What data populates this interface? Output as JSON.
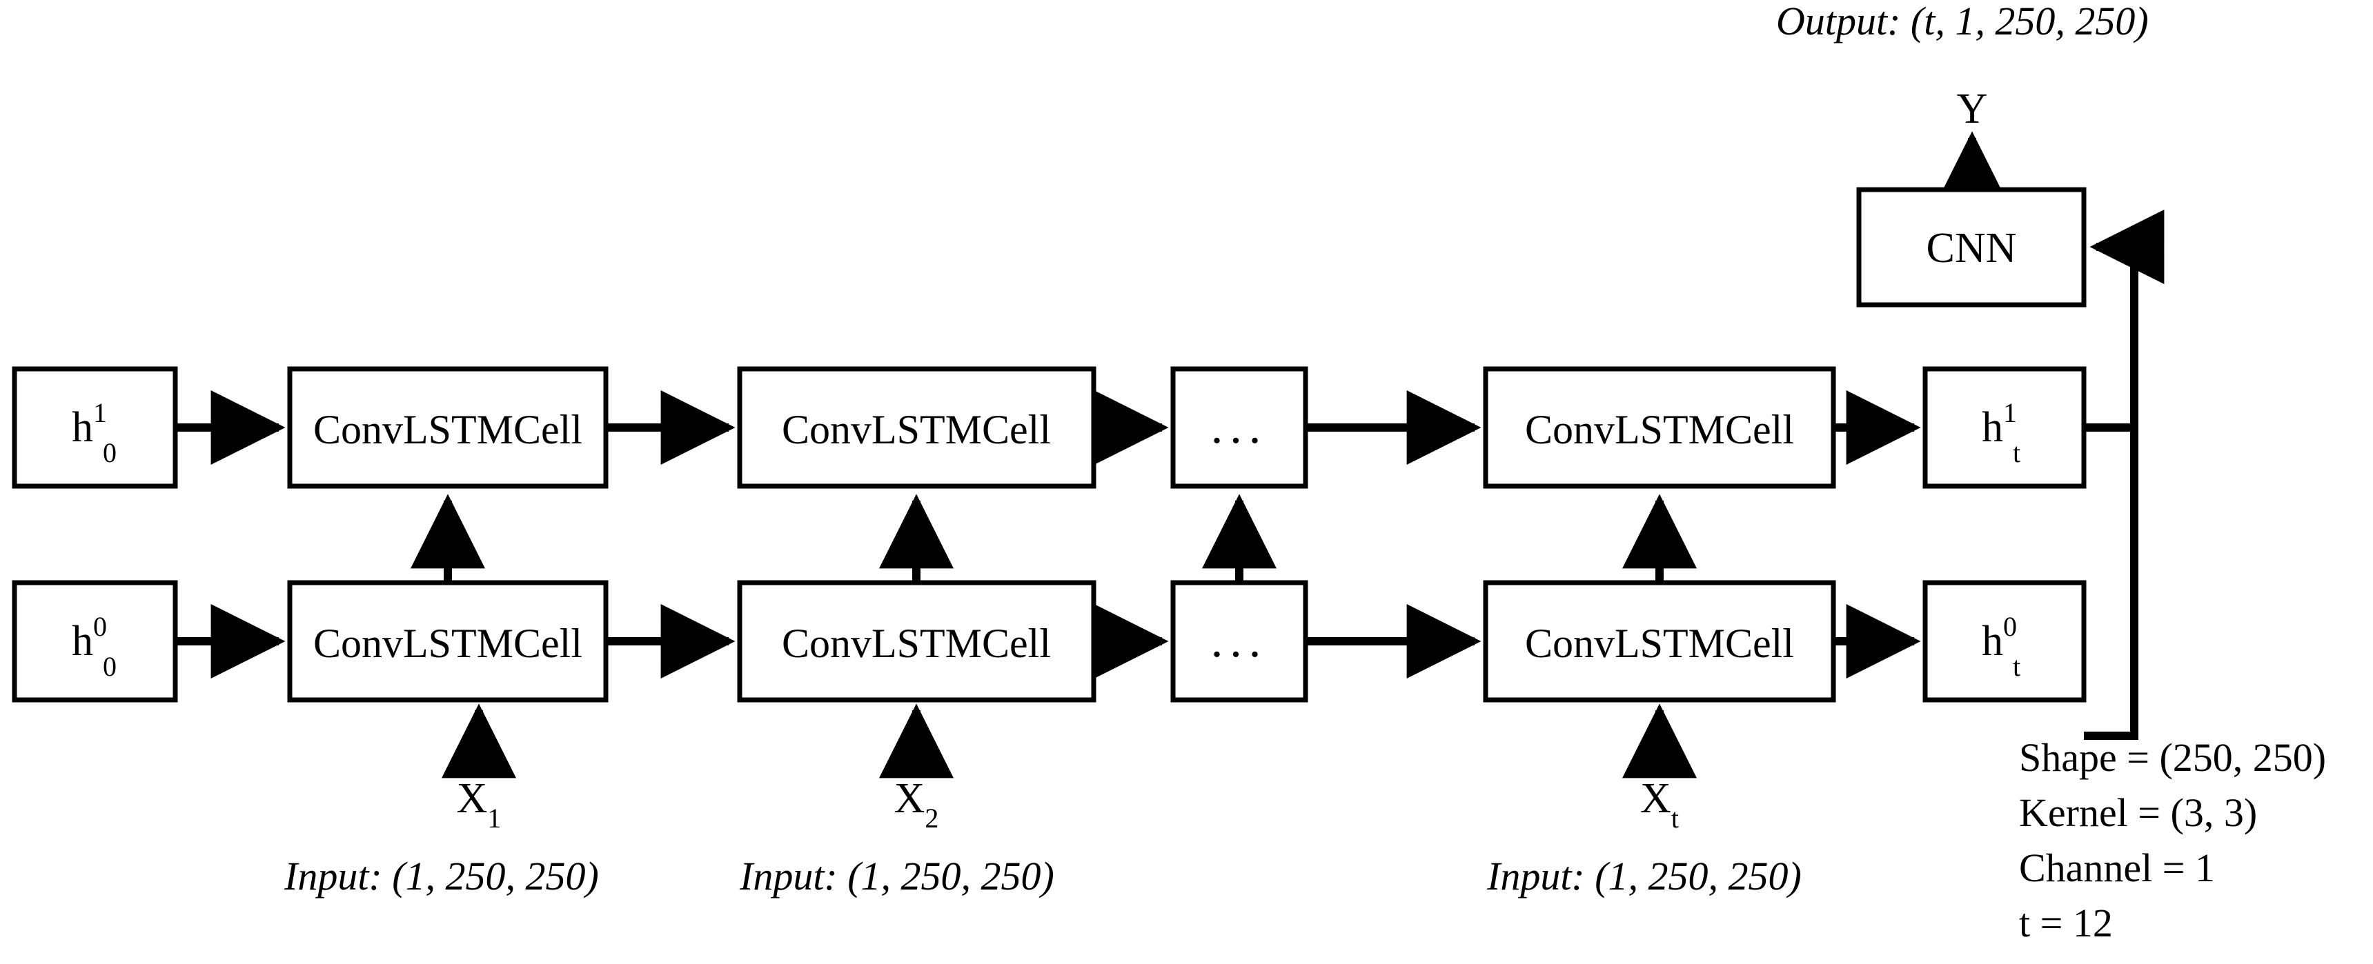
{
  "diagram": {
    "title_note": "ConvLSTM sequence-to-one architecture diagram",
    "output_label": "Output: (t, 1, 250, 250)",
    "output_symbol": "Y",
    "cnn_label": "CNN",
    "ellipsis": "...",
    "cell_label": "ConvLSTMCell",
    "hidden_states": {
      "init_top": {
        "base": "h",
        "sup": "1",
        "sub": "0"
      },
      "init_bottom": {
        "base": "h",
        "sup": "0",
        "sub": "0"
      },
      "final_top": {
        "base": "h",
        "sup": "1",
        "sub": "t"
      },
      "final_bottom": {
        "base": "h",
        "sup": "0",
        "sub": "t"
      }
    },
    "inputs": [
      {
        "symbol": "X",
        "sub": "1",
        "shape_label": "Input: (1, 250, 250)"
      },
      {
        "symbol": "X",
        "sub": "2",
        "shape_label": "Input: (1, 250, 250)"
      },
      {
        "symbol": "X",
        "sub": "t",
        "shape_label": "Input: (1, 250, 250)"
      }
    ],
    "params": [
      "Shape = (250, 250)",
      "Kernel = (3, 3)",
      "Channel = 1",
      "t = 12"
    ],
    "colors": {
      "stroke": "#000000",
      "fill": "#ffffff",
      "background": "#ffffff"
    }
  }
}
